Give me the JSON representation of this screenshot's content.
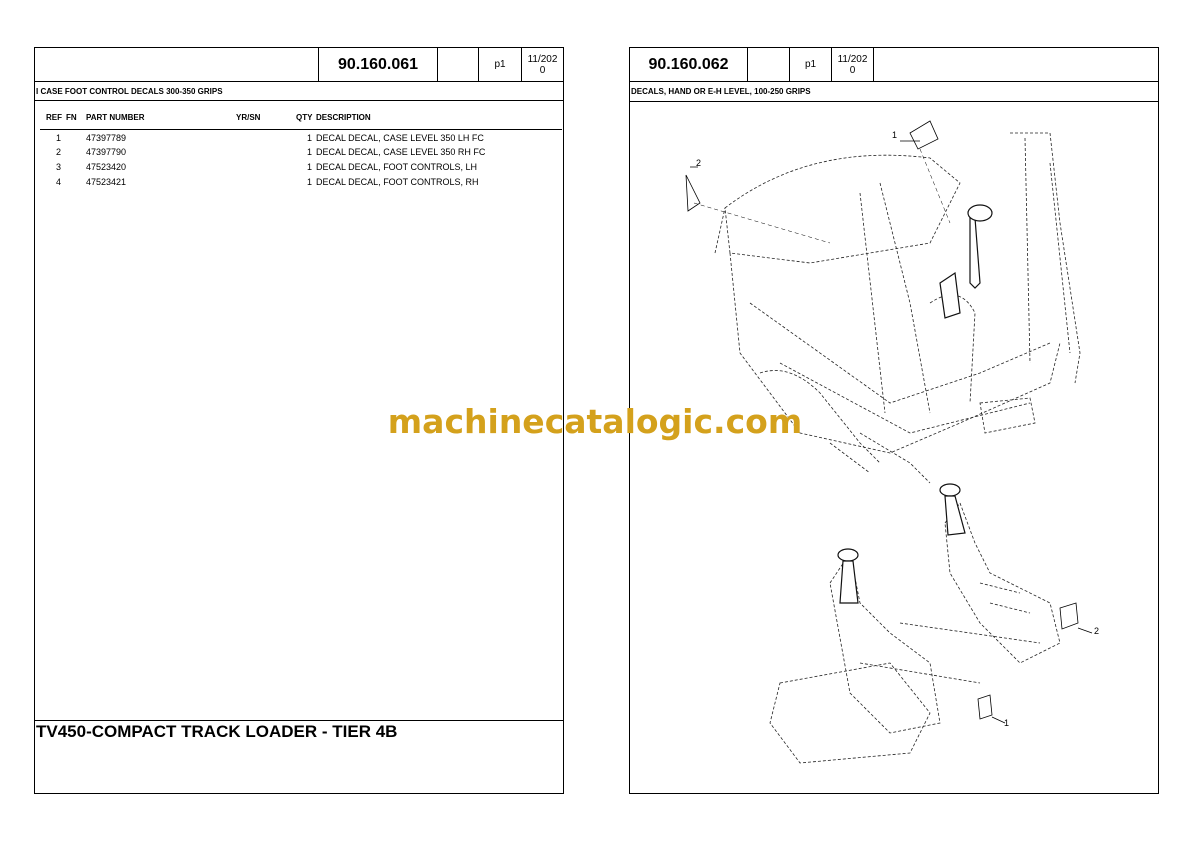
{
  "left_page": {
    "ref_number": "90.160.061",
    "page": "p1",
    "date": "11/202\n0",
    "title": "I CASE FOOT CONTROL DECALS 300-350 GRIPS",
    "columns": {
      "ref": "REF",
      "fn": "FN",
      "part_number": "PART NUMBER",
      "yrsn": "YR/SN",
      "qty": "QTY",
      "description": "DESCRIPTION"
    },
    "rows": [
      {
        "ref": "1",
        "part": "47397789",
        "qty": "1",
        "desc": "DECAL  DECAL, CASE LEVEL 350 LH FC"
      },
      {
        "ref": "2",
        "part": "47397790",
        "qty": "1",
        "desc": "DECAL  DECAL, CASE LEVEL 350 RH FC"
      },
      {
        "ref": "3",
        "part": "47523420",
        "qty": "1",
        "desc": "DECAL  DECAL, FOOT CONTROLS, LH"
      },
      {
        "ref": "4",
        "part": "47523421",
        "qty": "1",
        "desc": "DECAL  DECAL, FOOT CONTROLS, RH"
      }
    ],
    "model": "TV450-COMPACT TRACK LOADER - TIER 4B"
  },
  "right_page": {
    "ref_number": "90.160.062",
    "page": "p1",
    "date": "11/202\n0",
    "title": "DECALS, HAND OR E-H LEVEL, 100-250 GRIPS",
    "callouts": [
      "1",
      "2",
      "2",
      "1"
    ]
  },
  "watermark": "machinecatalogic.com"
}
